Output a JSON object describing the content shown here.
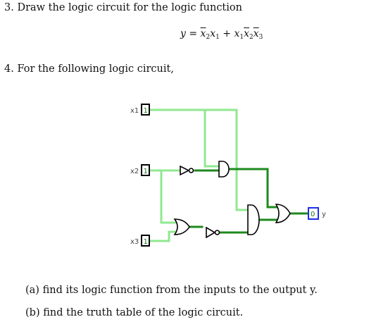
{
  "question3": {
    "text": "3. Draw the logic circuit for the logic function",
    "formula": {
      "lhs": "y = ",
      "t1_var1": "x",
      "t1_sub1": "2",
      "t1_var2": "x",
      "t1_sub2": "1",
      "plus": " + ",
      "t2_var1": "x",
      "t2_sub1": "1",
      "t2_var2": "x",
      "t2_sub2": "2",
      "t2_var3": "x",
      "t2_sub3": "3"
    }
  },
  "question4": {
    "text": "4. For the following logic circuit,"
  },
  "circuit": {
    "inputs": [
      {
        "label": "x1",
        "value": "1"
      },
      {
        "label": "x2",
        "value": "1"
      },
      {
        "label": "x3",
        "value": "1"
      }
    ],
    "output": {
      "label": "y",
      "value": "0"
    },
    "colors": {
      "wire_high": "#90e890",
      "wire_low": "#1e8a1e",
      "output_box": "#1f2ee6",
      "pin_box": "#000000"
    }
  },
  "parts": {
    "a": "(a)  find its logic function from the inputs to the output y.",
    "b": "(b)  find the truth table of the logic circuit."
  }
}
